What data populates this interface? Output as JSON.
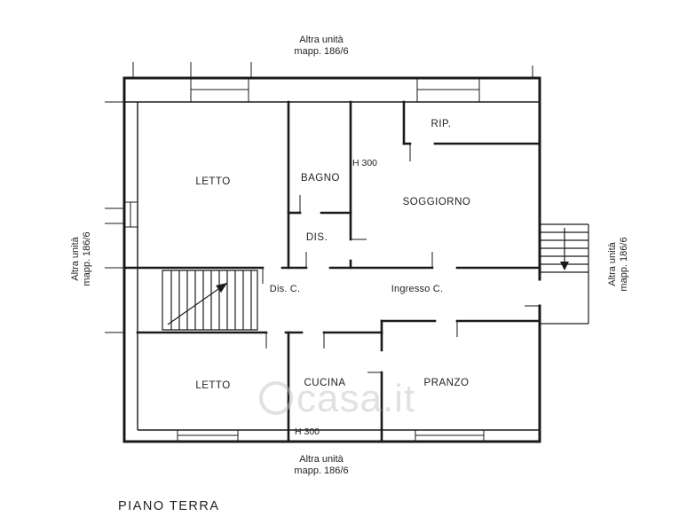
{
  "plan": {
    "title": "PIANO TERRA",
    "watermark": "casa.it"
  },
  "adjacent": {
    "top": {
      "line1": "Altra unità",
      "line2": "mapp. 186/6"
    },
    "bottom": {
      "line1": "Altra unità",
      "line2": "mapp. 186/6"
    },
    "left": {
      "line1": "Altra unità",
      "line2": "mapp. 186/6"
    },
    "right": {
      "line1": "Altra unità",
      "line2": "mapp. 186/6"
    }
  },
  "rooms": {
    "letto_top": "LETTO",
    "bagno": "BAGNO",
    "rip": "RIP.",
    "soggiorno": "SOGGIORNO",
    "dis": "DIS.",
    "dis_c": "Dis. C.",
    "ingresso_c": "Ingresso C.",
    "letto_bottom": "LETTO",
    "cucina": "CUCINA",
    "pranzo": "PRANZO"
  },
  "annotations": {
    "h300_top": "H 300",
    "h300_bottom": "H 300"
  },
  "colors": {
    "wall_line": "#1a1a1a",
    "text": "#222222",
    "watermark": "#c4c4c4",
    "background": "#ffffff"
  }
}
